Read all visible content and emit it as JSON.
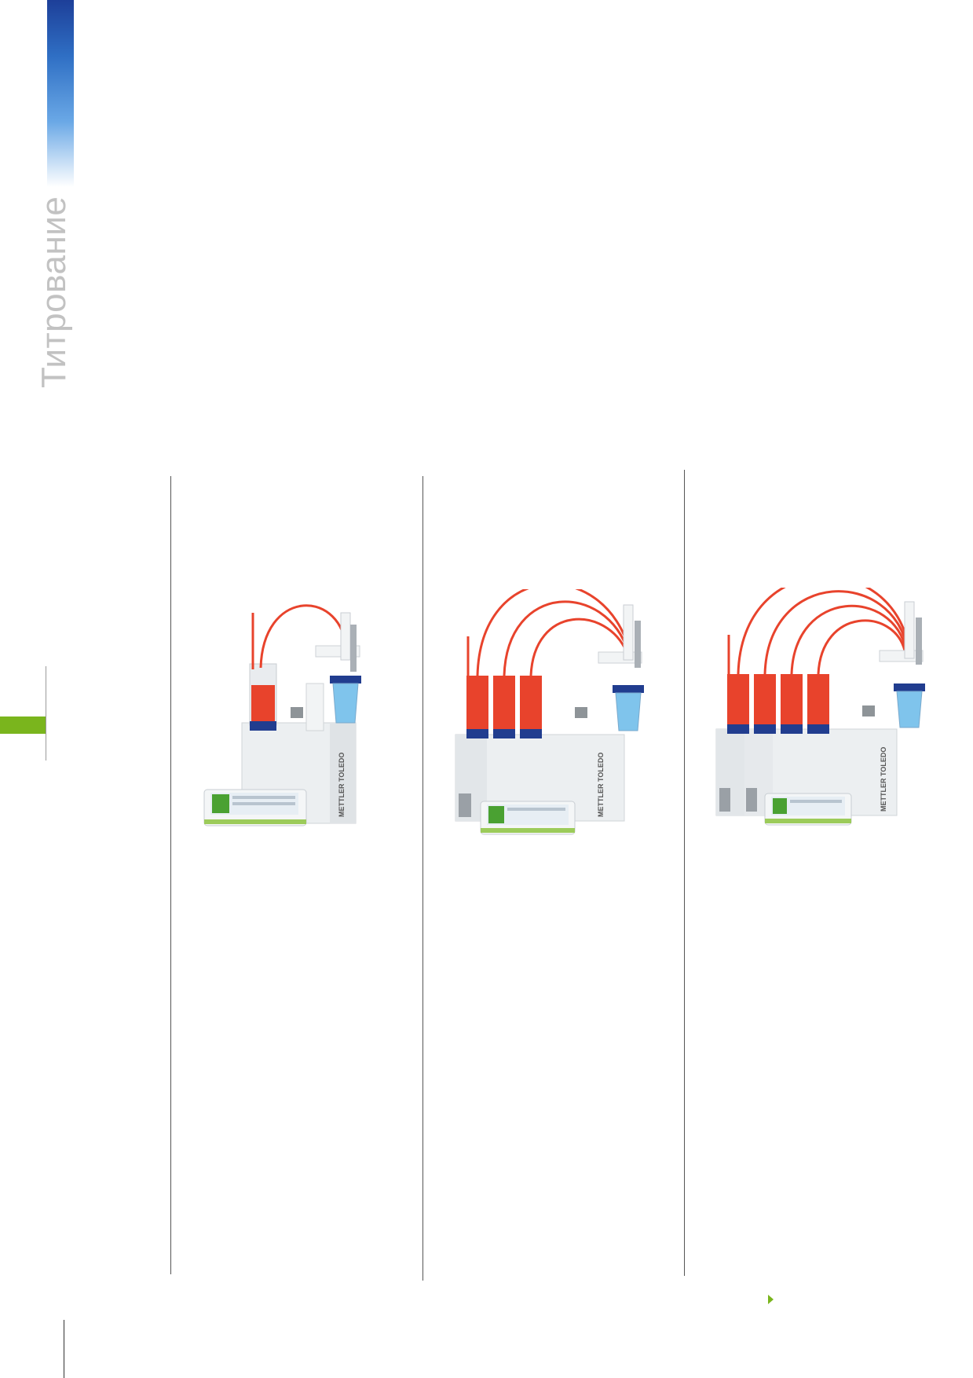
{
  "sidebar": {
    "section_title": "Титрование"
  },
  "products": [
    {
      "label_text": "METTLER TOLEDO",
      "burettes": 1
    },
    {
      "label_text": "METTLER TOLEDO",
      "burettes": 3
    },
    {
      "label_text": "METTLER TOLEDO",
      "burettes": 4
    }
  ],
  "colors": {
    "accent_green": "#7ab51d",
    "accent_blue": "#1d3f99",
    "tube_red": "#e8432c",
    "beaker_blue": "#7fc4ec"
  }
}
